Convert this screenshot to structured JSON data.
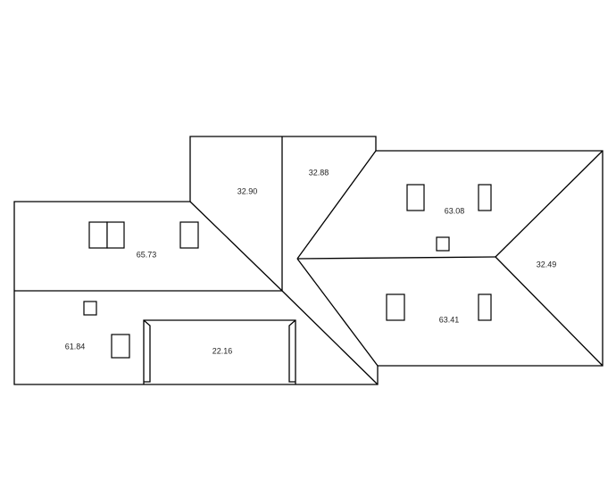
{
  "diagram": {
    "type": "roof-plan",
    "facets": [
      {
        "id": "left-upper",
        "area": "65.73"
      },
      {
        "id": "center-west",
        "area": "32.90"
      },
      {
        "id": "center-east",
        "area": "32.88"
      },
      {
        "id": "left-lower",
        "area": "61.84"
      },
      {
        "id": "garage",
        "area": "22.16"
      },
      {
        "id": "right-north",
        "area": "63.08"
      },
      {
        "id": "right-hip",
        "area": "32.49"
      },
      {
        "id": "right-south",
        "area": "63.41"
      }
    ]
  }
}
